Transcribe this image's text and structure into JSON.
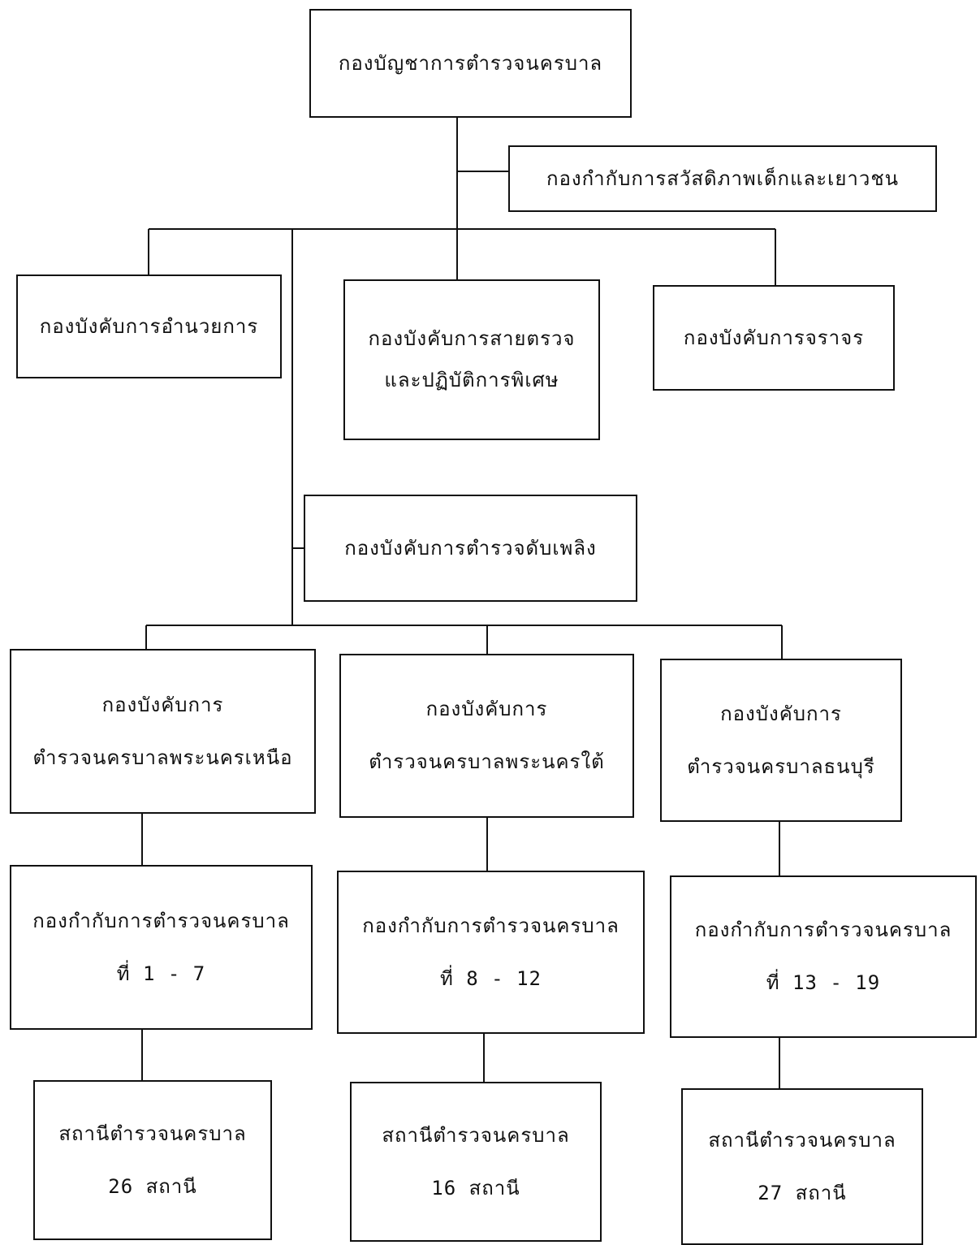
{
  "diagram": {
    "root": "กองบัญชาการตำรวจนครบาล",
    "welfare": "กองกำกับการสวัสดิภาพเด็กและเยาวชน",
    "admin": "กองบังคับการอำนวยการ",
    "patrol": {
      "line1": "กองบังคับการสายตรวจ",
      "line2": "และปฏิบัติการพิเศษ"
    },
    "traffic": "กองบังคับการจราจร",
    "fire": "กองบังคับการตำรวจดับเพลิง",
    "divisions": [
      {
        "line1": "กองบังคับการ",
        "line2": "ตำรวจนครบาลพระนครเหนือ"
      },
      {
        "line1": "กองบังคับการ",
        "line2": "ตำรวจนครบาลพระนครใต้"
      },
      {
        "line1": "กองบังคับการ",
        "line2": "ตำรวจนครบาลธนบุรี"
      }
    ],
    "subdivisions": [
      {
        "line1": "กองกำกับการตำรวจนครบาล",
        "line2": "ที่ 1 - 7"
      },
      {
        "line1": "กองกำกับการตำรวจนครบาล",
        "line2": "ที่ 8 - 12"
      },
      {
        "line1": "กองกำกับการตำรวจนครบาล",
        "line2": "ที่ 13 - 19"
      }
    ],
    "stations": [
      {
        "line1": "สถานีตำรวจนครบาล",
        "line2": "26 สถานี"
      },
      {
        "line1": "สถานีตำรวจนครบาล",
        "line2": "16 สถานี"
      },
      {
        "line1": "สถานีตำรวจนครบาล",
        "line2": "27 สถานี"
      }
    ]
  }
}
